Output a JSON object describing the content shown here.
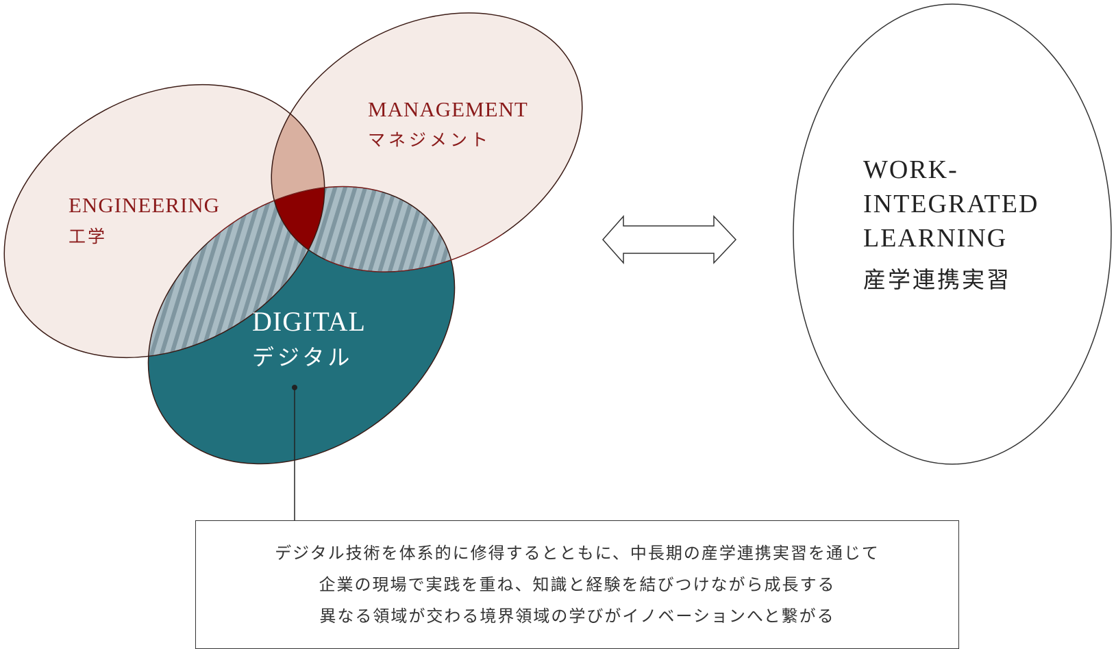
{
  "engineering": {
    "label_en": "ENGINEERING",
    "label_jp": "工学"
  },
  "management": {
    "label_en": "MANAGEMENT",
    "label_jp": "マネジメント"
  },
  "digital": {
    "label_en": "DIGITAL",
    "label_jp": "デジタル"
  },
  "wil": {
    "line1": "WORK-",
    "line2": "INTEGRATED",
    "line3": "LEARNING",
    "label_jp": "産学連携実習"
  },
  "description": {
    "line1": "デジタル技術を体系的に修得するとともに、中長期の産学連携実習を通じて",
    "line2": "企業の現場で実践を重ね、知識と経験を結びつけながら成長する",
    "line3": "異なる領域が交わる境界領域の学びがイノベーションへと繋がる"
  },
  "colors": {
    "engineering_fill": "#f5ebe7",
    "management_fill": "#f5ebe7",
    "digital_fill": "#21707c",
    "overlap_eng_mgmt": "#d9b0a0",
    "overlap_center": "#8b0000",
    "hatch": "#8fa5ae",
    "label_red": "#8a1a1a"
  },
  "icons": {
    "arrow": "double-headed-arrow-icon"
  }
}
